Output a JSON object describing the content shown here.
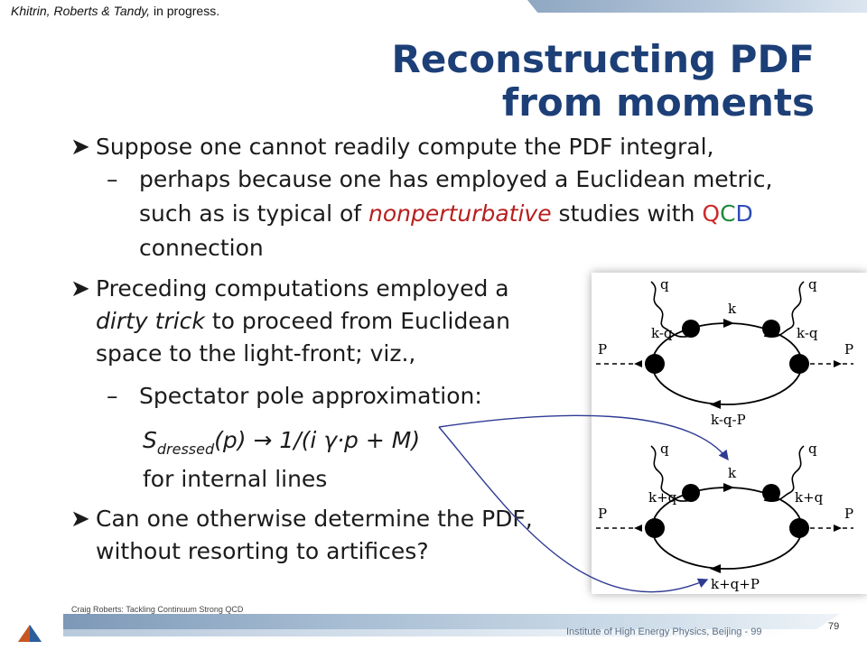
{
  "slide": {
    "citation_italic": "Khitrin, Roberts & Tandy,",
    "citation_tail": " in progress.",
    "title_line_1": "Reconstructing PDF",
    "title_line_2": "from moments"
  },
  "content": {
    "bullet_marker": "➤",
    "dash_marker": "–",
    "bullets": [
      {
        "text": "Suppose one cannot readily compute the PDF integral,"
      },
      {
        "prefix": "Preceding computations employed a ",
        "italic": "dirty trick",
        "suffix": " to proceed from Euclidean space to the light-front; viz.,"
      },
      {
        "text": "Can one otherwise determine the PDF, without resorting to artifices?"
      }
    ],
    "sub_bullets": [
      {
        "prefix": "perhaps because one has employed a Euclidean metric, such as is typical of ",
        "red_italic": "nonperturbative",
        "middle": "  studies with ",
        "qcd_q": "Q",
        "qcd_c": "C",
        "qcd_d": "D",
        "suffix": " connection"
      },
      {
        "text": "Spectator pole approximation:"
      }
    ],
    "formula": {
      "s": "S",
      "subscript": "dressed",
      "rest": "(p) → 1/(i γ·p + M)"
    },
    "internal_lines": "for internal lines"
  },
  "diagram": {
    "top_labels": {
      "q_left": "q",
      "q_right": "q",
      "k": "k",
      "left_k": "k-q",
      "right_k": "k-q",
      "p_left": "P",
      "p_right": "P",
      "bottom": "k-q-P"
    },
    "bottom_labels": {
      "q_left": "q",
      "q_right": "q",
      "k": "k",
      "left_k": "k+q",
      "right_k": "k+q",
      "p_left": "P",
      "p_right": "P",
      "bottom": "k+q+P"
    }
  },
  "footer": {
    "left_text": "Craig Roberts: Tackling Continuum  Strong QCD",
    "center_text": "Institute  of High Energy Physics, Beijing - 99",
    "page_number": "79"
  },
  "colors": {
    "title": "#1d3f77",
    "red_emphasis": "#b81e1e",
    "arrow_blue": "#2f3b93",
    "qcd_q": "#cc2a2a",
    "qcd_c": "#1f8a3a",
    "qcd_d": "#2d4db8"
  }
}
